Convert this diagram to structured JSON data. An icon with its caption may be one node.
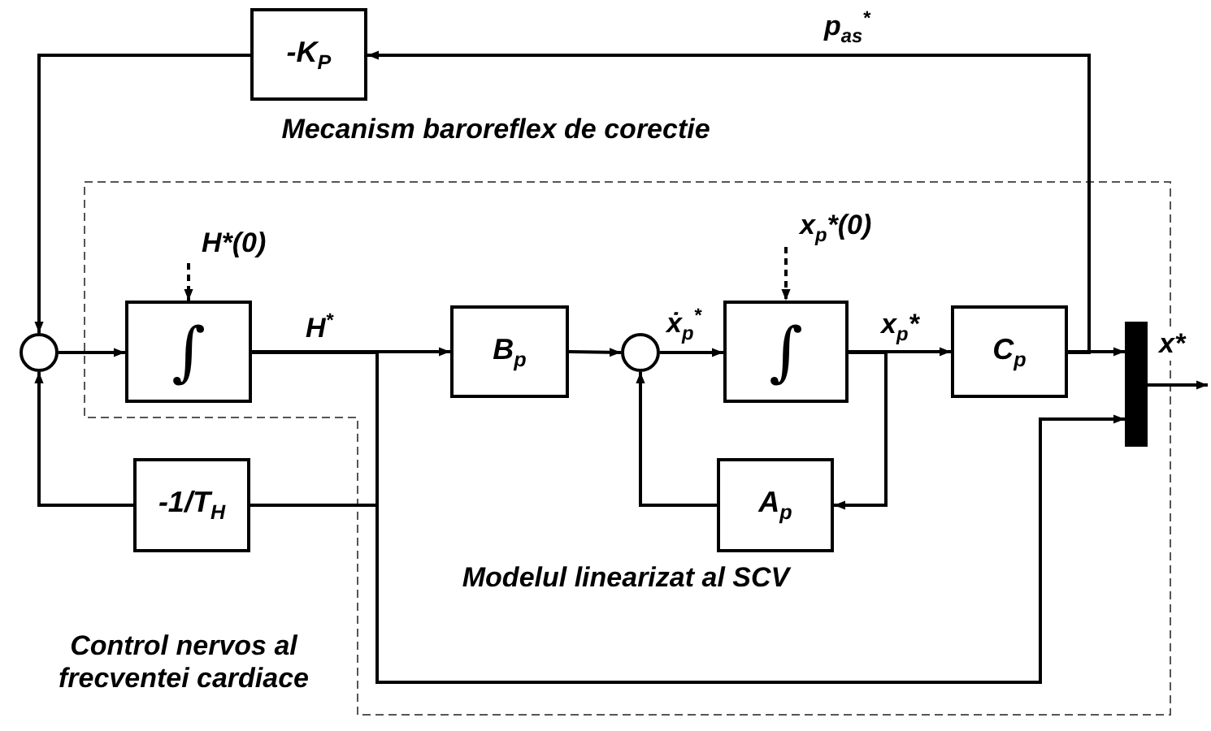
{
  "diagram": {
    "nodes": [
      {
        "text": [
          "-K$_{P}$"
        ]
      },
      {
        "text": [],
        "shape": "circle"
      },
      {
        "text": [
          "H*(0)"
        ]
      },
      {
        "text": [
          "∫"
        ]
      },
      {
        "text": [
          "B$_{p}$"
        ]
      },
      {
        "text": [],
        "shape": "circle"
      },
      {
        "text": [
          "x$_{p}$*(0)"
        ]
      },
      {
        "text": [
          "∫"
        ]
      },
      {
        "text": [
          "C$_{p}$"
        ]
      },
      {
        "text": [],
        "shape": "bar"
      },
      {
        "text": [
          "-1/T$_{H}$"
        ]
      },
      {
        "text": [
          "A$_{p}$"
        ]
      }
    ],
    "edges": [
      {
        "from": 8,
        "to": 0,
        "arrow": "to",
        "label": "p$_{as}$$^{*}$"
      },
      {
        "from": 0,
        "to": 1,
        "arrow": "to"
      },
      {
        "from": 1,
        "to": 3,
        "arrow": "to"
      },
      {
        "from": 2,
        "to": 3,
        "arrow": "to",
        "style": "dashed"
      },
      {
        "from": 3,
        "to": 4,
        "arrow": "to",
        "label": "H$^{*}$"
      },
      {
        "from": 4,
        "to": 5,
        "arrow": "to"
      },
      {
        "from": 5,
        "to": 7,
        "arrow": "to",
        "label": "ẋ$_{p}$$^{*}$"
      },
      {
        "from": 6,
        "to": 7,
        "arrow": "to",
        "style": "dashed"
      },
      {
        "from": 7,
        "to": 8,
        "arrow": "to",
        "label": "x$_{p}$*"
      },
      {
        "from": 8,
        "to": 9,
        "arrow": "to"
      },
      {
        "from": 9,
        "to": null,
        "arrow": "to",
        "label": "x*"
      },
      {
        "from": 3,
        "to": 9,
        "arrow": "to"
      },
      {
        "from": 3,
        "to": 10,
        "arrow": "none"
      },
      {
        "from": 10,
        "to": 1,
        "arrow": "to"
      },
      {
        "from": 7,
        "to": 11,
        "arrow": "to"
      },
      {
        "from": 11,
        "to": 5,
        "arrow": "to"
      }
    ],
    "labels": [
      "Mecanism baroreflex de corectie",
      "Modelul linearizat al SCV",
      "Control nervos al frecventei cardiace"
    ]
  }
}
